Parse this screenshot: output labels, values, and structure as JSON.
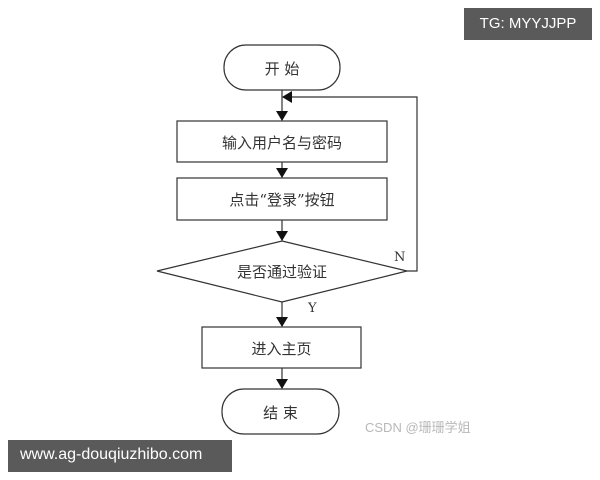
{
  "diagram": {
    "type": "flowchart",
    "nodes": [
      {
        "id": "start",
        "shape": "terminal",
        "label": "开 始"
      },
      {
        "id": "input",
        "shape": "process",
        "label": "输入用户名与密码"
      },
      {
        "id": "click",
        "shape": "process",
        "label": "点击“登录”按钮"
      },
      {
        "id": "verify",
        "shape": "decision",
        "label": "是否通过验证"
      },
      {
        "id": "home",
        "shape": "process",
        "label": "进入主页"
      },
      {
        "id": "end",
        "shape": "terminal",
        "label": "结 束"
      }
    ],
    "edges": [
      {
        "from": "start",
        "to": "input",
        "label": ""
      },
      {
        "from": "input",
        "to": "click",
        "label": ""
      },
      {
        "from": "click",
        "to": "verify",
        "label": ""
      },
      {
        "from": "verify",
        "to": "home",
        "label": "Y"
      },
      {
        "from": "verify",
        "to": "input",
        "label": "N"
      },
      {
        "from": "home",
        "to": "end",
        "label": ""
      }
    ],
    "colors": {
      "stroke": "#333333",
      "fill": "#ffffff"
    }
  },
  "overlays": {
    "top_right_badge": "TG: MYYJJPP",
    "bottom_left_badge": "www.ag-douqiuzhibo.com",
    "watermark": "CSDN @珊珊学姐"
  }
}
